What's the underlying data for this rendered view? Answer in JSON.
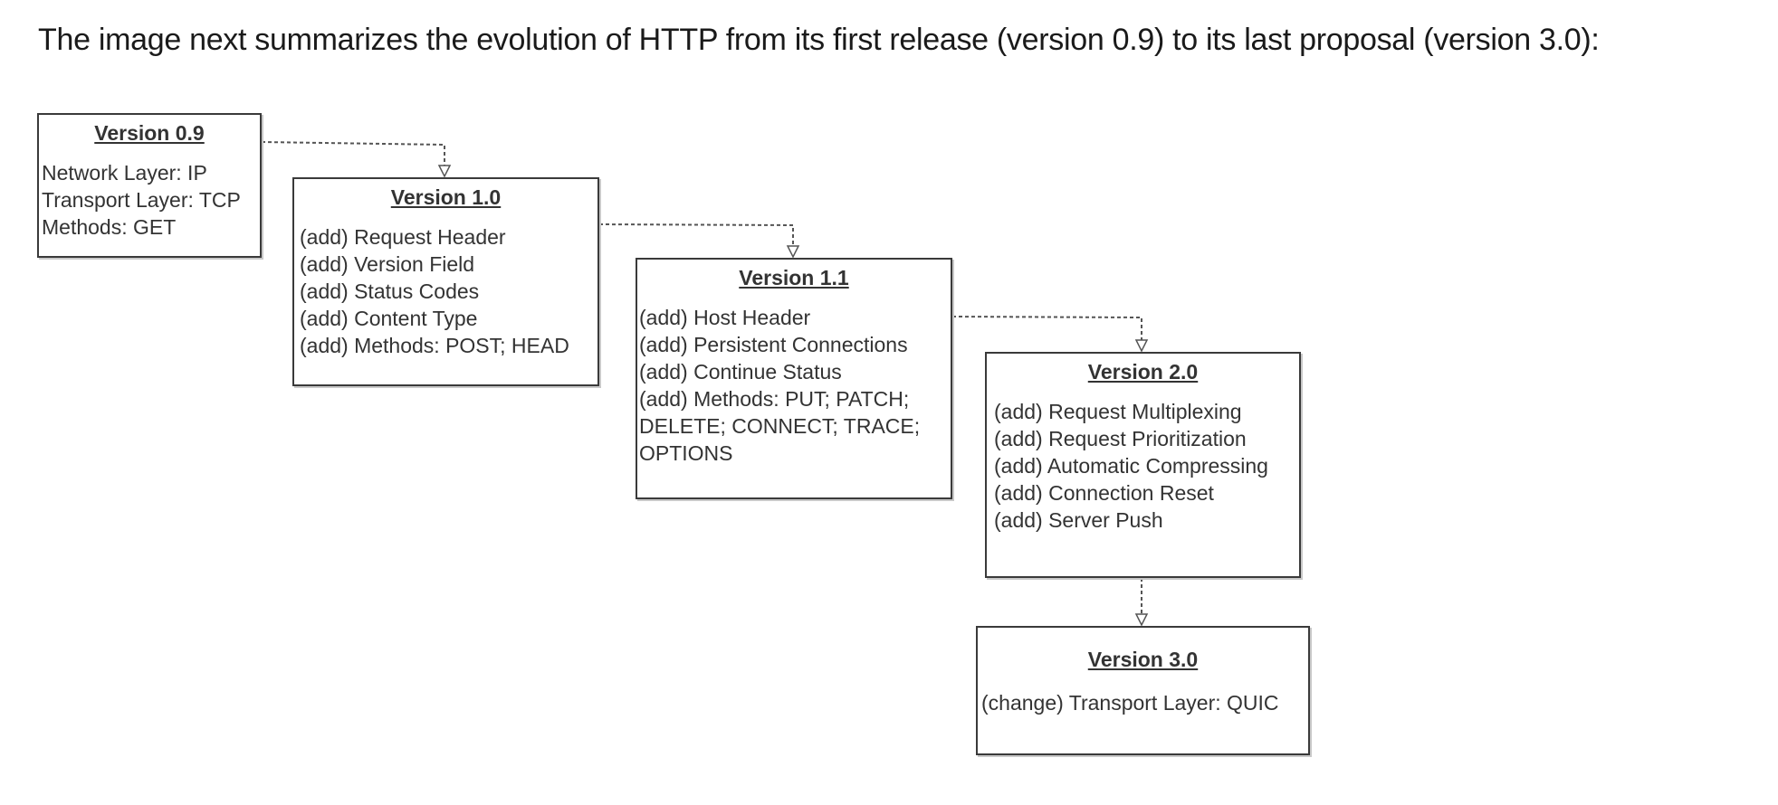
{
  "intro_text": "The image next summarizes the evolution of HTTP from its first release (version 0.9) to its last proposal (version 3.0):",
  "versions": [
    {
      "title": "Version 0.9",
      "items": [
        "Network Layer: IP",
        "Transport Layer: TCP",
        "Methods: GET"
      ]
    },
    {
      "title": "Version 1.0",
      "items": [
        "(add) Request Header",
        "(add) Version Field",
        "(add) Status Codes",
        "(add) Content Type",
        "(add) Methods: POST; HEAD"
      ]
    },
    {
      "title": "Version 1.1",
      "items": [
        "(add) Host Header",
        "(add) Persistent Connections",
        "(add) Continue Status",
        "(add) Methods: PUT; PATCH; DELETE; CONNECT; TRACE; OPTIONS"
      ]
    },
    {
      "title": "Version 2.0",
      "items": [
        "(add) Request Multiplexing",
        "(add) Request Prioritization",
        "(add) Automatic Compressing",
        "(add) Connection Reset",
        "(add) Server Push"
      ]
    },
    {
      "title": "Version 3.0",
      "items": [
        "(change) Transport Layer: QUIC"
      ]
    }
  ],
  "colors": {
    "box_border": "#3a3a3a",
    "box_text": "#333333",
    "connector": "#555555"
  }
}
